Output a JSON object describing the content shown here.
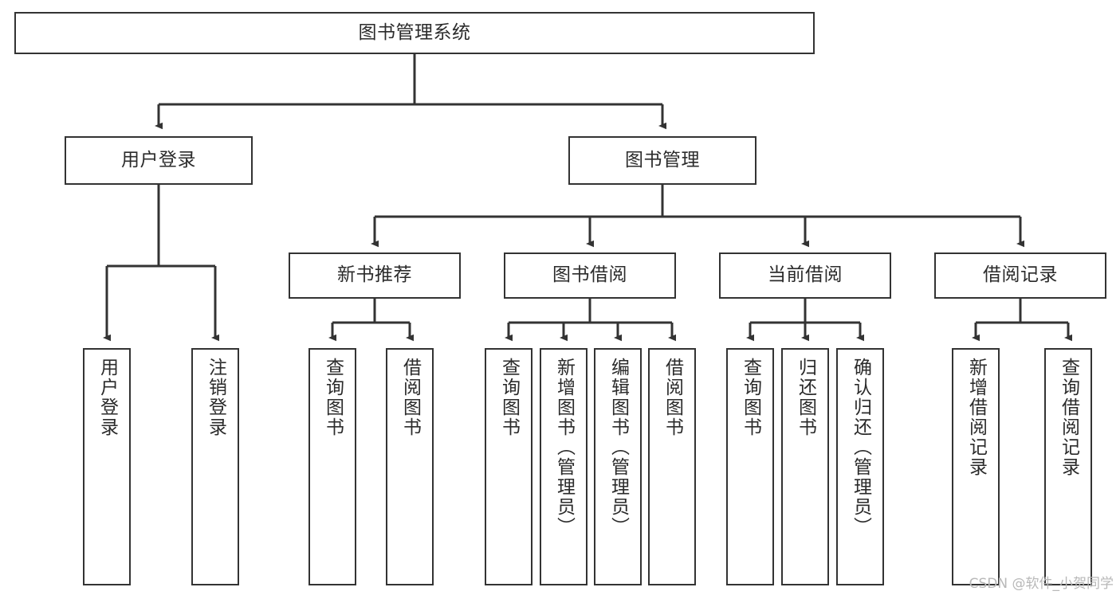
{
  "diagram": {
    "title": "图书管理系统",
    "type": "hierarchy-tree",
    "watermark": "CSDN @软件_小贺同学",
    "colors": {
      "stroke": "#333333",
      "fill": "#ffffff",
      "text": "#2b2b2b",
      "watermark": "#b8b8b8"
    },
    "levels": {
      "root": {
        "label": "图书管理系统"
      },
      "level2": [
        {
          "label": "用户登录"
        },
        {
          "label": "图书管理"
        }
      ],
      "level3": [
        {
          "label": "新书推荐"
        },
        {
          "label": "图书借阅"
        },
        {
          "label": "当前借阅"
        },
        {
          "label": "借阅记录"
        }
      ],
      "leaves": [
        {
          "label": "用户登录",
          "parent": "用户登录"
        },
        {
          "label": "注销登录",
          "parent": "用户登录"
        },
        {
          "label": "查询图书",
          "parent": "新书推荐"
        },
        {
          "label": "借阅图书",
          "parent": "新书推荐"
        },
        {
          "label": "查询图书",
          "parent": "图书借阅"
        },
        {
          "label": "新增图书（管理员）",
          "parent": "图书借阅"
        },
        {
          "label": "编辑图书（管理员）",
          "parent": "图书借阅"
        },
        {
          "label": "借阅图书",
          "parent": "图书借阅"
        },
        {
          "label": "查询图书",
          "parent": "当前借阅"
        },
        {
          "label": "归还图书",
          "parent": "当前借阅"
        },
        {
          "label": "确认归还（管理员）",
          "parent": "当前借阅"
        },
        {
          "label": "新增借阅记录",
          "parent": "借阅记录"
        },
        {
          "label": "查询借阅记录",
          "parent": "借阅记录"
        }
      ]
    }
  }
}
